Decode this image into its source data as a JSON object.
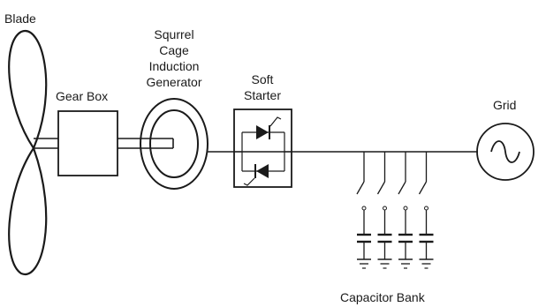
{
  "labels": {
    "blade": "Blade",
    "gear_box": "Gear Box",
    "generator_line1": "Squrrel",
    "generator_line2": "Cage",
    "generator_line3": "Induction",
    "generator_line4": "Generator",
    "soft_starter_line1": "Soft",
    "soft_starter_line2": "Starter",
    "grid": "Grid",
    "capacitor_bank": "Capacitor Bank"
  },
  "capacitor_count": 4,
  "colors": {
    "ink": "#1a1a1a",
    "background": "#ffffff"
  }
}
